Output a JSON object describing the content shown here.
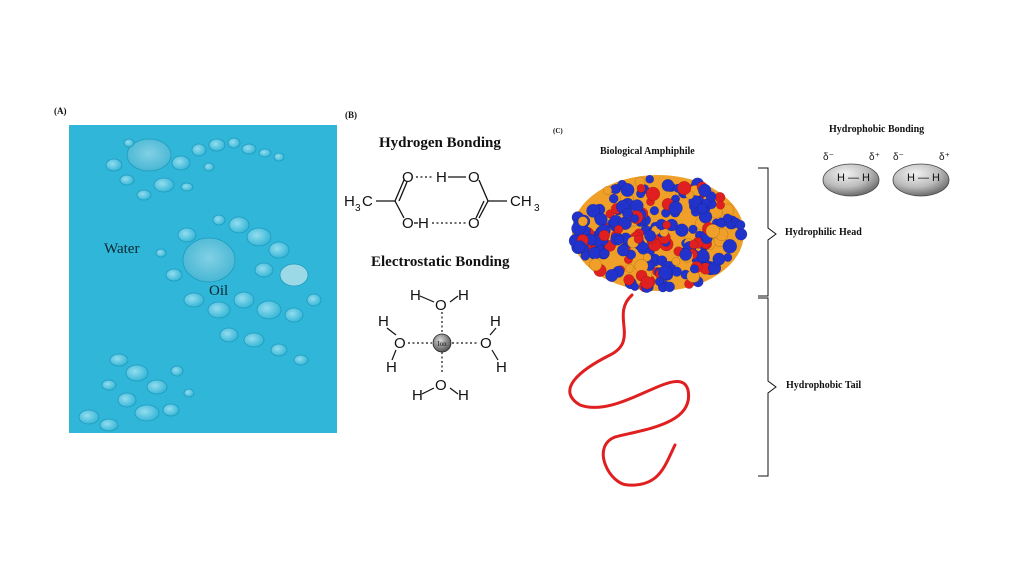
{
  "panelA": {
    "label": "(A)",
    "water_label": "Water",
    "oil_label": "Oil"
  },
  "panelB": {
    "label": "(B)",
    "hydrogen_title": "Hydrogen Bonding",
    "electrostatic_title": "Electrostatic Bonding",
    "ion_label": "Ion"
  },
  "panelC": {
    "label": "(C)",
    "amphiphile_title": "Biological Amphiphile",
    "hydrophobic_title": "Hydrophobic Bonding",
    "head_label": "Hydrophilic Head",
    "tail_label": "Hydrophobic Tail",
    "h2_bond_text": "H — H",
    "delta_minus": "δ⁻",
    "delta_plus": "δ⁺"
  },
  "colors": {
    "water_bg": "#2fb6d9",
    "head_blue": "#2233cc",
    "head_red": "#e02020",
    "head_orange": "#f0a028",
    "tail_red": "#e02020"
  }
}
